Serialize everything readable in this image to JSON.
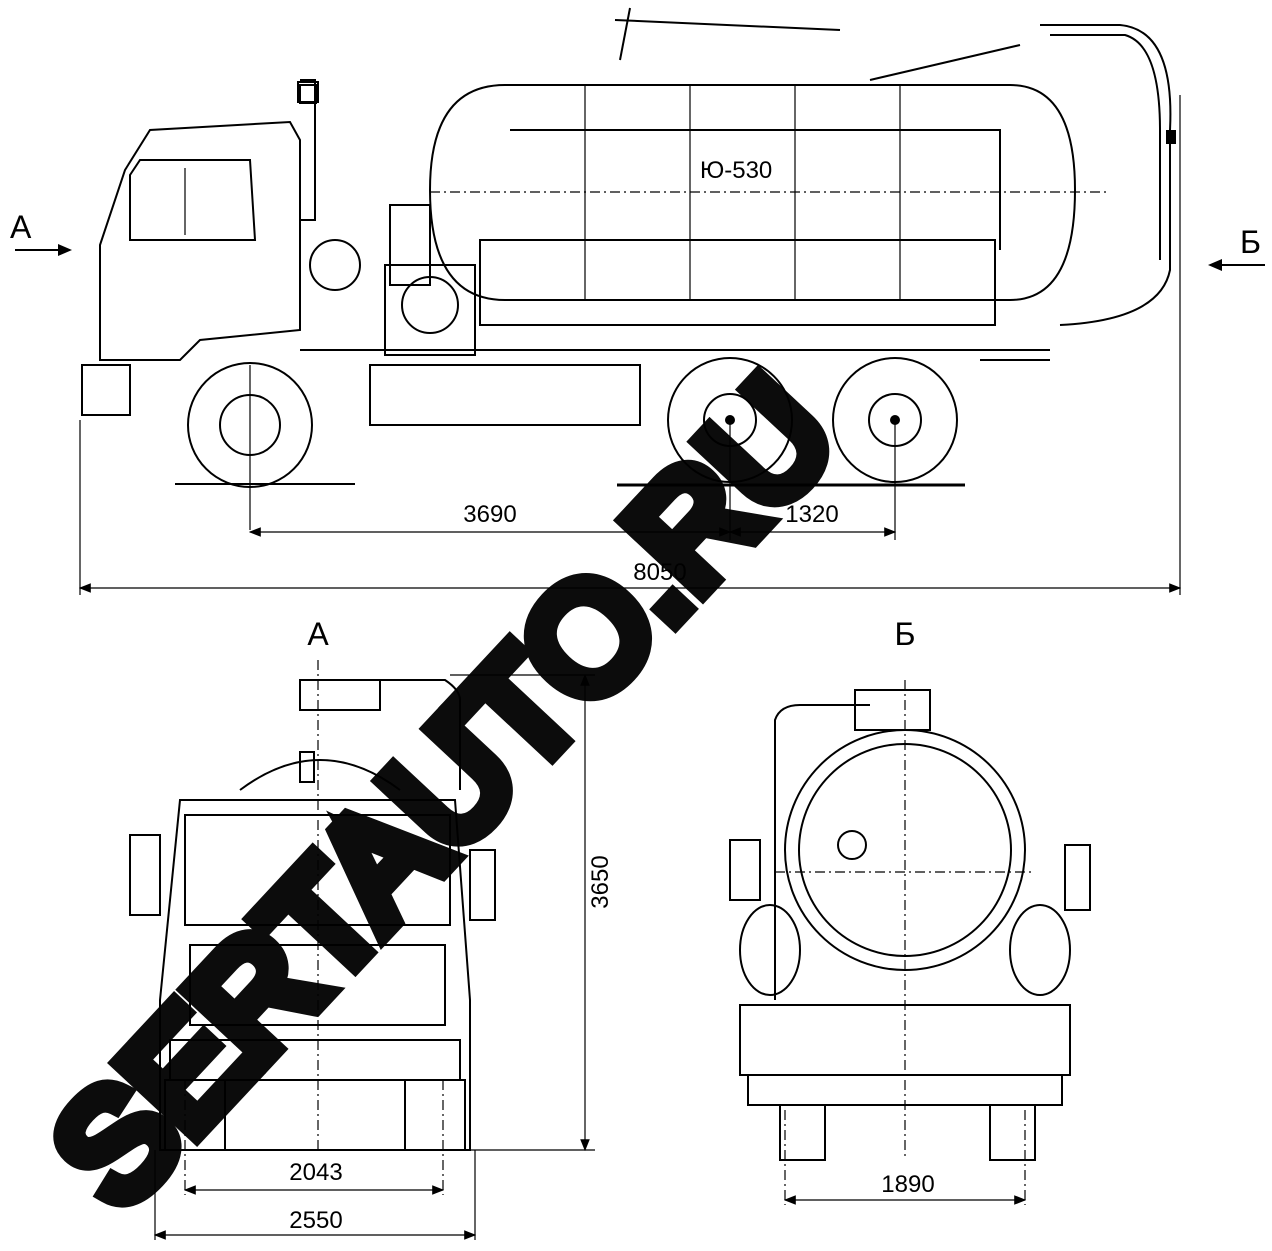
{
  "tank_label": "Ю-530",
  "views": {
    "front_label": "А",
    "rear_label": "Б"
  },
  "side_arrows": {
    "left": "А",
    "right": "Б"
  },
  "dimensions": {
    "wheelbase_front": "3690",
    "wheelbase_rear": "1320",
    "overall_length": "8050",
    "height": "3650",
    "front_track": "2043",
    "overall_width": "2550",
    "rear_track": "1890"
  },
  "watermark": "SERTAUTO.RU"
}
